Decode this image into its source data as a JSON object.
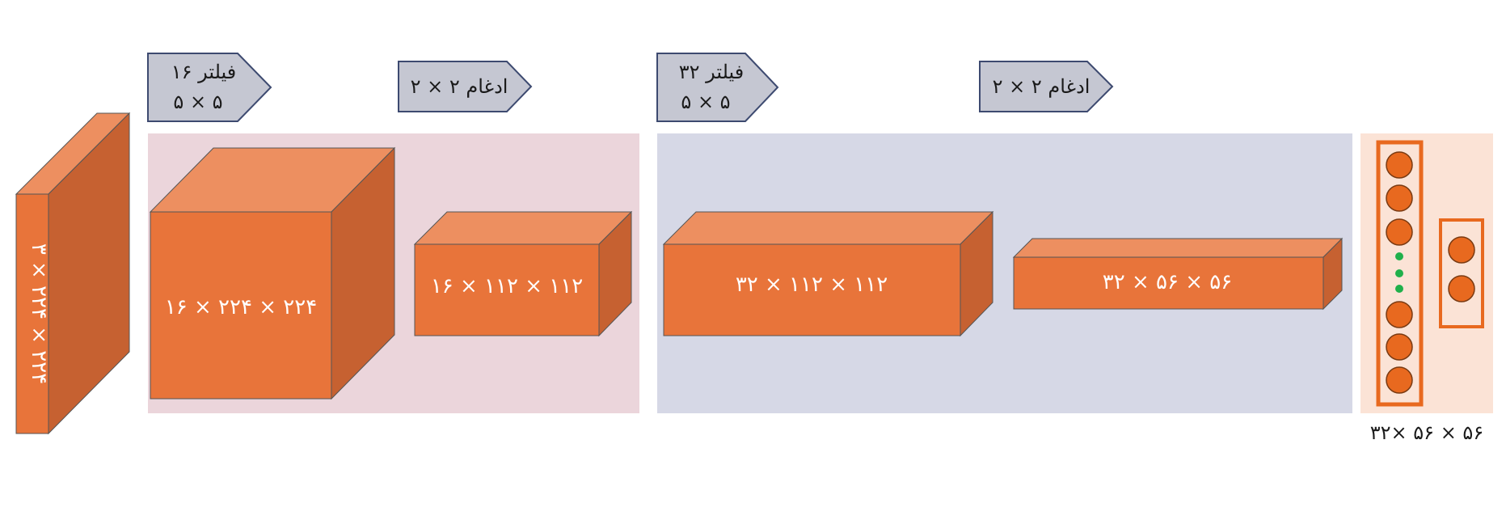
{
  "colors": {
    "stage1_bg": "#ebd5db",
    "stage2_bg": "#d6d8e6",
    "dense_bg": "#fbe3d6",
    "box_front": "#e8743a",
    "box_top": "#ed8f60",
    "box_side": "#c66131",
    "tag_fill": "#c5c7d2",
    "tag_stroke": "#3d4a70",
    "neuron": "#e8691f",
    "dots": "#20b04b"
  },
  "input": {
    "label": "۳ × ۲۲۴ × ۲۲۴"
  },
  "tags": [
    {
      "line1": "۱۶ فیلتر",
      "line2": "۵ × ۵"
    },
    {
      "line1": "ادغام ۲ × ۲",
      "line2": ""
    },
    {
      "line1": "۳۲ فیلتر",
      "line2": "۵ × ۵"
    },
    {
      "line1": "ادغام ۲ × ۲",
      "line2": ""
    }
  ],
  "blocks": [
    {
      "label": "۱۶ × ۲۲۴ × ۲۲۴"
    },
    {
      "label": "۱۶ × ۱۱۲ × ۱۱۲"
    },
    {
      "label": "۳۲ × ۱۱۲ × ۱۱۲"
    },
    {
      "label": "۳۲ × ۵۶ × ۵۶"
    }
  ],
  "dense": {
    "caption": "۳۲× ۵۶ × ۵۶"
  }
}
